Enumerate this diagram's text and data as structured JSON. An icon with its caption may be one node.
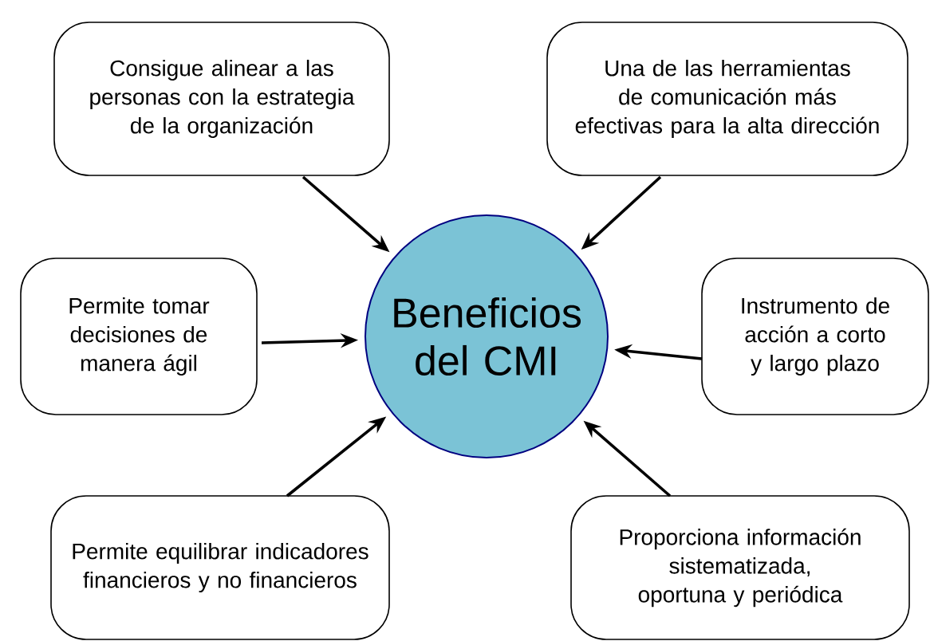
{
  "diagram": {
    "nodes": [
      {
        "text": [
          "Beneficios del CMI"
        ]
      },
      {
        "text": [
          "Consigue alinear a las personas con la estrategia de la organización"
        ]
      },
      {
        "text": [
          "Una de las herramientas de comunicación más efectivas para la alta dirección"
        ]
      },
      {
        "text": [
          "Permite tomar decisiones de manera ágil"
        ]
      },
      {
        "text": [
          "Instrumento de acción a corto y largo plazo"
        ]
      },
      {
        "text": [
          "Permite equilibrar indicadores financieros y no financieros"
        ]
      },
      {
        "text": [
          "Proporciona información sistematizada, oportuna y periódica"
        ]
      }
    ],
    "edges": [
      {
        "from": 1,
        "to": 0,
        "arrow": "to"
      },
      {
        "from": 2,
        "to": 0,
        "arrow": "to"
      },
      {
        "from": 3,
        "to": 0,
        "arrow": "to"
      },
      {
        "from": 4,
        "to": 0,
        "arrow": "to"
      },
      {
        "from": 5,
        "to": 0,
        "arrow": "to"
      },
      {
        "from": 6,
        "to": 0,
        "arrow": "to"
      }
    ]
  }
}
